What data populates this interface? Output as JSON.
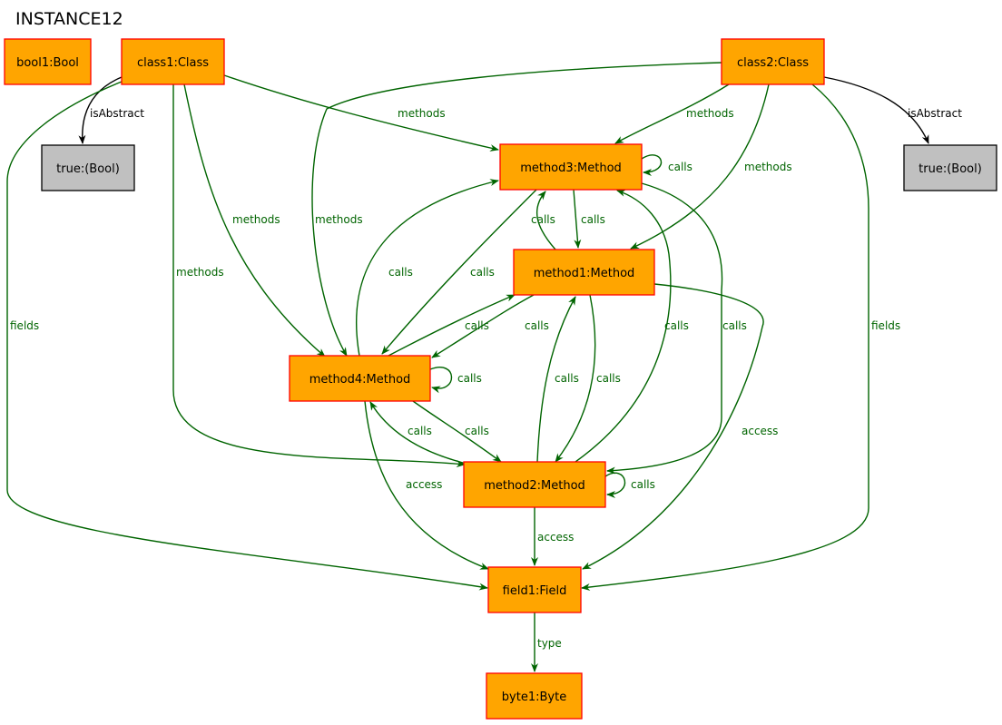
{
  "title": "INSTANCE12",
  "colors": {
    "node_fill": "#ffa500",
    "node_stroke": "#ff0000",
    "value_fill": "#c0c0c0",
    "value_stroke": "#000000",
    "edge": "#006400",
    "edge_black": "#000000"
  },
  "nodes": [
    {
      "id": "bool1",
      "label": "bool1:Bool",
      "kind": "object"
    },
    {
      "id": "class1",
      "label": "class1:Class",
      "kind": "object"
    },
    {
      "id": "class2",
      "label": "class2:Class",
      "kind": "object"
    },
    {
      "id": "true1",
      "label": "true:(Bool)",
      "kind": "value"
    },
    {
      "id": "true2",
      "label": "true:(Bool)",
      "kind": "value"
    },
    {
      "id": "method3",
      "label": "method3:Method",
      "kind": "object"
    },
    {
      "id": "method1",
      "label": "method1:Method",
      "kind": "object"
    },
    {
      "id": "method4",
      "label": "method4:Method",
      "kind": "object"
    },
    {
      "id": "method2",
      "label": "method2:Method",
      "kind": "object"
    },
    {
      "id": "field1",
      "label": "field1:Field",
      "kind": "object"
    },
    {
      "id": "byte1",
      "label": "byte1:Byte",
      "kind": "object"
    }
  ],
  "edges": [
    {
      "id": "e1",
      "from": "class1",
      "to": "true1",
      "label": "isAbstract"
    },
    {
      "id": "e2",
      "from": "class2",
      "to": "true2",
      "label": "isAbstract"
    },
    {
      "id": "e3",
      "from": "class1",
      "to": "method3",
      "label": "methods"
    },
    {
      "id": "e4",
      "from": "class1",
      "to": "method4",
      "label": "methods"
    },
    {
      "id": "e5",
      "from": "class1",
      "to": "method2",
      "label": "methods"
    },
    {
      "id": "e6",
      "from": "class1",
      "to": "field1",
      "label": "fields"
    },
    {
      "id": "e7",
      "from": "class2",
      "to": "method3",
      "label": "methods"
    },
    {
      "id": "e8",
      "from": "class2",
      "to": "method1",
      "label": "methods"
    },
    {
      "id": "e9",
      "from": "class2",
      "to": "method4",
      "label": "methods"
    },
    {
      "id": "e10",
      "from": "class2",
      "to": "field1",
      "label": "fields"
    },
    {
      "id": "e11",
      "from": "method3",
      "to": "method3",
      "label": "calls"
    },
    {
      "id": "e12",
      "from": "method3",
      "to": "method1",
      "label": "calls"
    },
    {
      "id": "e13",
      "from": "method1",
      "to": "method3",
      "label": "calls"
    },
    {
      "id": "e14",
      "from": "method4",
      "to": "method3",
      "label": "calls"
    },
    {
      "id": "e15",
      "from": "method3",
      "to": "method4",
      "label": "calls"
    },
    {
      "id": "e16",
      "from": "method4",
      "to": "method1",
      "label": "calls"
    },
    {
      "id": "e17",
      "from": "method1",
      "to": "method4",
      "label": "calls"
    },
    {
      "id": "e18",
      "from": "method4",
      "to": "method4",
      "label": "calls"
    },
    {
      "id": "e19",
      "from": "method4",
      "to": "method2",
      "label": "calls"
    },
    {
      "id": "e20",
      "from": "method2",
      "to": "method4",
      "label": "calls"
    },
    {
      "id": "e21",
      "from": "method1",
      "to": "method2",
      "label": "calls"
    },
    {
      "id": "e22",
      "from": "method2",
      "to": "method1",
      "label": "calls"
    },
    {
      "id": "e23",
      "from": "method2",
      "to": "method3",
      "label": "calls"
    },
    {
      "id": "e24",
      "from": "method3",
      "to": "method2",
      "label": "calls"
    },
    {
      "id": "e25",
      "from": "method2",
      "to": "method2",
      "label": "calls"
    },
    {
      "id": "e26",
      "from": "method4",
      "to": "field1",
      "label": "access"
    },
    {
      "id": "e27",
      "from": "method2",
      "to": "field1",
      "label": "access"
    },
    {
      "id": "e28",
      "from": "method1",
      "to": "field1",
      "label": "access"
    },
    {
      "id": "e29",
      "from": "field1",
      "to": "byte1",
      "label": "type"
    }
  ]
}
